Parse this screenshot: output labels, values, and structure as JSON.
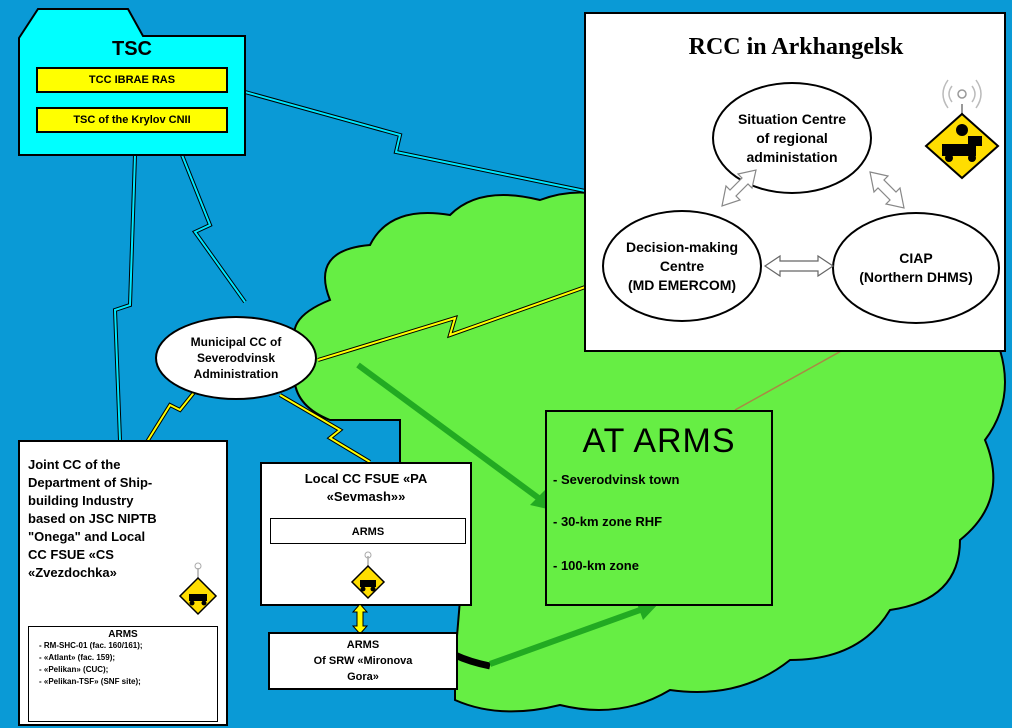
{
  "tsc": {
    "title": "TSC",
    "items": [
      "TCC IBRAE RAS",
      "TSC of the Krylov CNII"
    ]
  },
  "rcc": {
    "title": "RCC in Arkhangelsk",
    "situation": [
      "Situation Centre",
      "of regional",
      "administation"
    ],
    "decision": [
      "Decision-making",
      "Centre",
      "(MD EMERCOM)"
    ],
    "ciap": [
      "CIAP",
      "(Northern DHMS)"
    ]
  },
  "municipal": [
    "Municipal CC of",
    "Severodvinsk",
    "Administration"
  ],
  "at_arms": {
    "title": "AT ARMS",
    "items": [
      "- Severodvinsk town",
      "- 30-km zone RHF",
      "- 100-km zone"
    ]
  },
  "joint": {
    "lines": [
      "Joint CC of the",
      "Department of Ship-",
      "building Industry",
      "based on JSC NIPTB",
      "\"Onega\" and Local",
      "CC FSUE «CS",
      "«Zvezdochka»"
    ],
    "arms_title": "ARMS",
    "arms_items": [
      "- RM-SHC-01 (fac. 160/161);",
      "- «Atlant» (fac. 159);",
      "- «Pelikan» (CUC);",
      "- «Pelikan-TSF» (SNF site);"
    ]
  },
  "local": {
    "title": [
      "Local CC FSUE «PA",
      "«Sevmash»»"
    ],
    "arms": "ARMS"
  },
  "srw": [
    "ARMS",
    "Of SRW «Mironova",
    "Gora»"
  ],
  "colors": {
    "background": "#0a9ad6",
    "tsc_fill": "#00ffff",
    "cloud": "#66ee44",
    "yellow": "#ffff00",
    "link_cyan": "#00e5ff",
    "green_arrow": "#22aa22"
  },
  "icons": [
    "radiation-vehicle-sign-icon"
  ]
}
